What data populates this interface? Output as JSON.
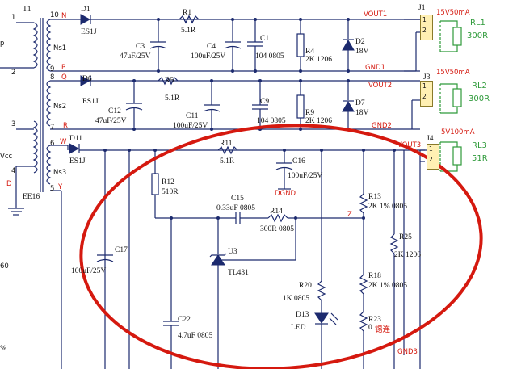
{
  "transformer": {
    "ref": "T1",
    "part": "EE16",
    "windings": [
      "Ns1",
      "Ns2",
      "Ns3",
      "Vcc"
    ],
    "pins": [
      "10",
      "9",
      "8",
      "7",
      "6",
      "5",
      "1",
      "2",
      "3",
      "4"
    ]
  },
  "net_labels": {
    "n": "N",
    "p": "P",
    "q": "Q",
    "r": "R",
    "w": "W",
    "y": "Y",
    "d": "D",
    "z": "Z"
  },
  "rails": {
    "vout1": "VOUT1",
    "gnd1": "GND1",
    "vout2": "VOUT2",
    "gnd2": "GND2",
    "vout3": "VOUT3",
    "gnd3": "GND3",
    "dgnd": "DGND"
  },
  "components": {
    "d1": {
      "ref": "D1",
      "value": "ES1J"
    },
    "r1": {
      "ref": "R1",
      "value": "5.1R"
    },
    "c3": {
      "ref": "C3",
      "value": "47uF/25V"
    },
    "c4": {
      "ref": "C4",
      "value": "100uF/25V"
    },
    "c1": {
      "ref": "C1",
      "value": "104 0805"
    },
    "r4": {
      "ref": "R4",
      "value": "2K 1206"
    },
    "d2": {
      "ref": "D2",
      "value": "18V"
    },
    "d6": {
      "ref": "D6",
      "value": "ES1J"
    },
    "r5": {
      "ref": "R5",
      "value": "5.1R"
    },
    "c12": {
      "ref": "C12",
      "value": "47uF/25V"
    },
    "c11": {
      "ref": "C11",
      "value": "100uF/25V"
    },
    "c9": {
      "ref": "C9",
      "value": "104 0805"
    },
    "r9": {
      "ref": "R9",
      "value": "2K 1206"
    },
    "d7": {
      "ref": "D7",
      "value": "18V"
    },
    "d11": {
      "ref": "D11",
      "value": "ES1J"
    },
    "r11": {
      "ref": "R11",
      "value": "5.1R"
    },
    "c16": {
      "ref": "C16",
      "value": "100uF/25V"
    },
    "r12": {
      "ref": "R12",
      "value": "510R"
    },
    "c15": {
      "ref": "C15",
      "value": "0.33uF 0805"
    },
    "r14": {
      "ref": "R14",
      "value": "300R 0805"
    },
    "u3": {
      "ref": "U3",
      "value": "TL431"
    },
    "c17": {
      "ref": "C17",
      "value": "100uF/25V"
    },
    "c22": {
      "ref": "C22",
      "value": "4.7uF 0805"
    },
    "r20": {
      "ref": "R20",
      "value": "1K 0805"
    },
    "d13": {
      "ref": "D13",
      "value": "LED"
    },
    "r13": {
      "ref": "R13",
      "value": "2K 1% 0805"
    },
    "r18": {
      "ref": "R18",
      "value": "2K 1% 0805"
    },
    "r23": {
      "ref": "R23",
      "value": "0"
    },
    "r25": {
      "ref": "R25",
      "value": "2K 1206"
    },
    "solder_note": "锡连"
  },
  "connectors": [
    {
      "ref": "J1",
      "pins": [
        "1",
        "2"
      ],
      "rating": "15V50mA",
      "load_ref": "RL1",
      "load_value": "300R"
    },
    {
      "ref": "J3",
      "pins": [
        "1",
        "2"
      ],
      "rating": "15V50mA",
      "load_ref": "RL2",
      "load_value": "300R"
    },
    {
      "ref": "J4",
      "pins": [
        "1",
        "2"
      ],
      "rating": "5V100mA",
      "load_ref": "RL3",
      "load_value": "51R"
    }
  ],
  "left_edge_fragments": [
    "p",
    "60",
    "%"
  ],
  "highlight_color": "#d5190f"
}
